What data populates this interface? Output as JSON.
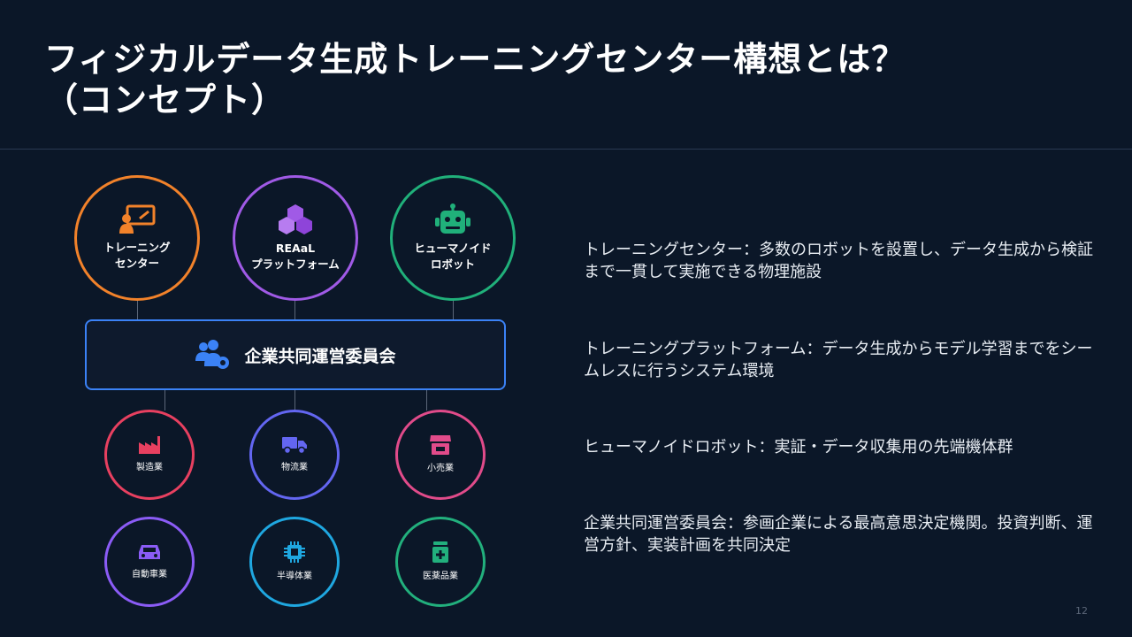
{
  "slide": {
    "title_line1": "フィジカルデータ生成トレーニングセンター構想とは？",
    "title_line2": "（コンセプト）",
    "page_number": "12"
  },
  "top_nodes": [
    {
      "label": "トレーニング\nセンター",
      "color": "#f2822a",
      "icon": "presentation-icon"
    },
    {
      "label": "REAaL\nプラットフォーム",
      "color": "#a05ae6",
      "icon": "cubes-icon"
    },
    {
      "label": "ヒューマノイド\nロボット",
      "color": "#20b07a",
      "icon": "robot-icon"
    }
  ],
  "committee": {
    "label": "企業共同運営委員会",
    "color": "#3b82f6",
    "icon": "users-gear-icon"
  },
  "industries": [
    {
      "label": "製造業",
      "color": "#e84060",
      "icon": "factory-icon"
    },
    {
      "label": "物流業",
      "color": "#6366f1",
      "icon": "truck-icon"
    },
    {
      "label": "小売業",
      "color": "#e14b8a",
      "icon": "store-icon"
    },
    {
      "label": "自動車業",
      "color": "#8b5cf6",
      "icon": "car-icon"
    },
    {
      "label": "半導体業",
      "color": "#1fa7e0",
      "icon": "chip-icon"
    },
    {
      "label": "医薬品業",
      "color": "#22b07d",
      "icon": "medicine-icon"
    }
  ],
  "descriptions": [
    "トレーニングセンター：多数のロボットを設置し、データ生成から検証まで一貫して実施できる物理施設",
    "トレーニングプラットフォーム：データ生成からモデル学習までをシームレスに行うシステム環境",
    "ヒューマノイドロボット：実証・データ収集用の先端機体群",
    "企業共同運営委員会：参画企業による最高意思決定機関。投資判断、運営方針、実装計画を共同決定"
  ]
}
